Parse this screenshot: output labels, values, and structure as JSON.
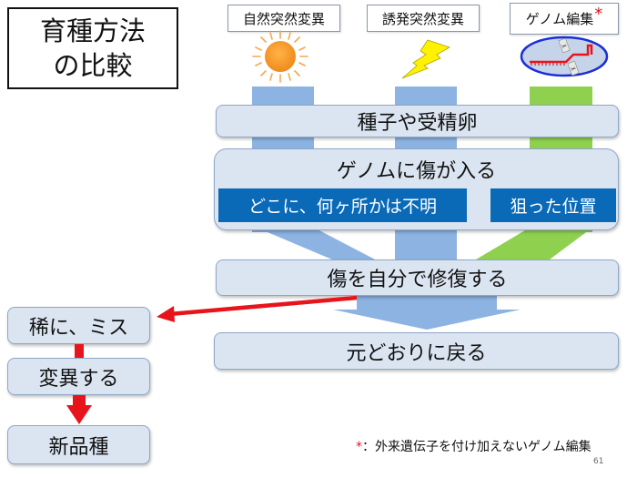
{
  "title": {
    "line1": "育種方法",
    "line2": "の比較"
  },
  "methods": [
    {
      "label": "自然突然変異",
      "icon": "sun-icon",
      "color": "#8db3e2"
    },
    {
      "label": "誘発突然変異",
      "icon": "lightning-icon",
      "color": "#8db3e2"
    },
    {
      "label": "ゲノム編集",
      "marker": "*",
      "icon": "genome-editing-icon",
      "color": "#8fd14f"
    }
  ],
  "process": {
    "step1": "種子や受精卵",
    "step2": "ゲノムに傷が入る",
    "step2_left": "どこに、何ヶ所かは不明",
    "step2_right": "狙った位置",
    "step3": "傷を自分で修復する",
    "step4": "元どおりに戻る"
  },
  "mutation_path": {
    "box1": "稀に、ミス",
    "box2": "変異する",
    "box3": "新品種"
  },
  "footnote": {
    "marker": "*",
    "text": "：外来遺伝子を付け加えないゲノム編集"
  },
  "page_number": "61",
  "colors": {
    "arrow_blue": "#8db3e2",
    "arrow_green": "#8fd14f",
    "highlight_red": "#e8141c",
    "box_fill": "#dbe5f1",
    "inner_blue": "#0a6ab8"
  }
}
